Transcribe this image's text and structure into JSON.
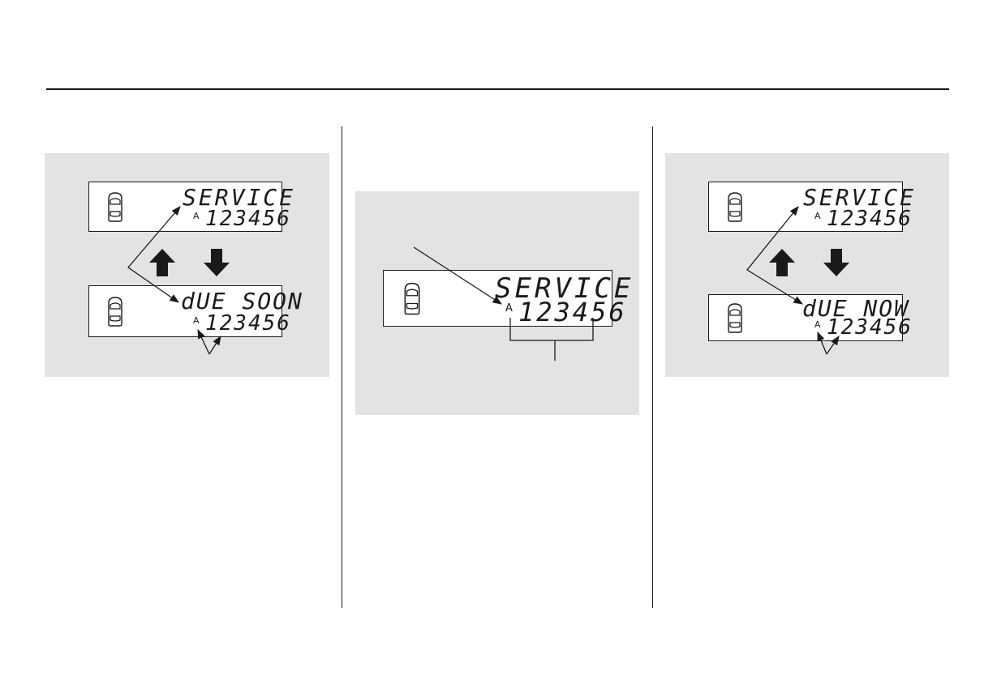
{
  "displays": {
    "left_top": {
      "line1": "SERVICE",
      "indicator": "A",
      "line2": "123456"
    },
    "left_bottom": {
      "line1": "dUE SOON",
      "indicator": "A",
      "line2": "123456"
    },
    "center": {
      "line1": "SERVICE",
      "indicator": "A",
      "line2": "123456"
    },
    "right_top": {
      "line1": "SERVICE",
      "indicator": "A",
      "line2": "123456"
    },
    "right_bottom": {
      "line1": "dUE NOW",
      "indicator": "A",
      "line2": "123456"
    }
  },
  "icons": {
    "car": "car-icon",
    "arrow_up": "arrow-up-icon",
    "arrow_down": "arrow-down-icon"
  },
  "colors": {
    "panel": "#e3e3e3",
    "ink": "#1a1a1a",
    "display_bg": "#ffffff"
  }
}
